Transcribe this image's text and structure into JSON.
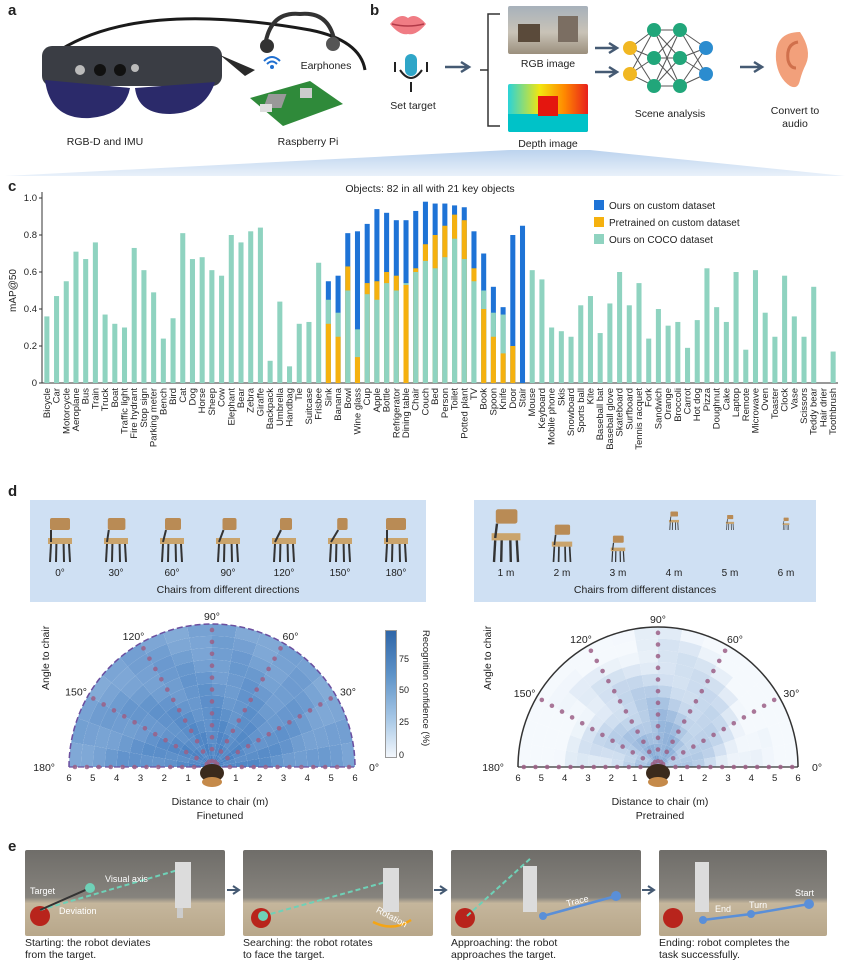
{
  "panels": {
    "a": "a",
    "b": "b",
    "c": "c",
    "d": "d",
    "e": "e"
  },
  "panel_a": {
    "glasses_label": "RGB-D and IMU",
    "earphones_label": "Earphones",
    "pi_label": "Raspberry Pi"
  },
  "panel_b": {
    "set_target": "Set target",
    "rgb": "RGB image",
    "depth": "Depth image",
    "scene": "Scene analysis",
    "audio_line1": "Convert to",
    "audio_line2": "audio"
  },
  "chart_data": {
    "type": "bar",
    "title": "Objects: 82 in all with 21 key objects",
    "ylabel": "mAP@50",
    "ylim": [
      0,
      1.0
    ],
    "yticks": [
      "0",
      "0.2",
      "0.4",
      "0.6",
      "0.8",
      "1.0"
    ],
    "legend": [
      "Ours on custom dataset",
      "Pretrained on custom dataset",
      "Ours on COCO dataset"
    ],
    "colors": {
      "ours_custom": "#1e73d6",
      "pretrained_custom": "#f5b10f",
      "coco": "#8fd3c0"
    },
    "categories": [
      "Bicycle",
      "Car",
      "Motorcycle",
      "Aeroplane",
      "Bus",
      "Train",
      "Truck",
      "Boat",
      "Traffic light",
      "Fire hydrant",
      "Stop sign",
      "Parking meter",
      "Bench",
      "Bird",
      "Cat",
      "Dog",
      "Horse",
      "Sheep",
      "Cow",
      "Elephant",
      "Bear",
      "Zebra",
      "Giraffe",
      "Backpack",
      "Umbrella",
      "Handbag",
      "Tie",
      "Suitcase",
      "Frisbee",
      "Sink",
      "Banana",
      "Bowl",
      "Wine glass",
      "Cup",
      "Apple",
      "Bottle",
      "Refrigerator",
      "Dining table",
      "Chair",
      "Couch",
      "Bed",
      "Person",
      "Toilet",
      "Potted plant",
      "TV",
      "Book",
      "Spoon",
      "Knife",
      "Door",
      "Stair",
      "Mouse",
      "Keyboard",
      "Mobile phone",
      "Skis",
      "Snowboard",
      "Sports ball",
      "Kite",
      "Baseball bat",
      "Baseball glove",
      "Skateboard",
      "Surfboard",
      "Tennis racquet",
      "Fork",
      "Sandwich",
      "Orange",
      "Broccoli",
      "Carrot",
      "Hot dog",
      "Pizza",
      "Doughnut",
      "Cake",
      "Laptop",
      "Remote",
      "Microwave",
      "Oven",
      "Toaster",
      "Clock",
      "Vase",
      "Scissors",
      "Teddy bear",
      "Hair drier",
      "Toothbrush"
    ],
    "coco": [
      0.36,
      0.47,
      0.55,
      0.71,
      0.67,
      0.76,
      0.37,
      0.32,
      0.3,
      0.73,
      0.61,
      0.49,
      0.24,
      0.35,
      0.81,
      0.67,
      0.68,
      0.61,
      0.58,
      0.8,
      0.76,
      0.82,
      0.84,
      0.12,
      0.44,
      0.09,
      0.32,
      0.33,
      0.65,
      0.45,
      0.38,
      0.5,
      0.29,
      0.48,
      0.45,
      0.54,
      0.5,
      0.54,
      0.6,
      0.66,
      0.62,
      0.68,
      0.78,
      0.67,
      0.55,
      0.5,
      0.38,
      0.37,
      0.0,
      0.0,
      0.61,
      0.56,
      0.3,
      0.28,
      0.25,
      0.42,
      0.47,
      0.27,
      0.43,
      0.6,
      0.42,
      0.54,
      0.24,
      0.4,
      0.31,
      0.33,
      0.19,
      0.34,
      0.62,
      0.41,
      0.33,
      0.6,
      0.18,
      0.61,
      0.38,
      0.25,
      0.58,
      0.36,
      0.25,
      0.52,
      0.0,
      0.17
    ],
    "pretrained": [
      null,
      null,
      null,
      null,
      null,
      null,
      null,
      null,
      null,
      null,
      null,
      null,
      null,
      null,
      null,
      null,
      null,
      null,
      null,
      null,
      null,
      null,
      null,
      null,
      null,
      null,
      null,
      null,
      null,
      0.32,
      0.25,
      0.63,
      0.14,
      0.54,
      0.55,
      0.6,
      0.58,
      0.53,
      0.62,
      0.75,
      0.8,
      0.85,
      0.91,
      0.88,
      0.62,
      0.4,
      0.25,
      0.16,
      0.2,
      null,
      null,
      null,
      null,
      null,
      null,
      null,
      null,
      null,
      null,
      null,
      null,
      null,
      null,
      null,
      null,
      null,
      null,
      null,
      null,
      null,
      null,
      null,
      null,
      null,
      null,
      null,
      null,
      null,
      null,
      null,
      null,
      null
    ],
    "ours_custom": [
      null,
      null,
      null,
      null,
      null,
      null,
      null,
      null,
      null,
      null,
      null,
      null,
      null,
      null,
      null,
      null,
      null,
      null,
      null,
      null,
      null,
      null,
      null,
      null,
      null,
      null,
      null,
      null,
      null,
      0.55,
      0.58,
      0.81,
      0.82,
      0.86,
      0.94,
      0.92,
      0.88,
      0.88,
      0.93,
      0.98,
      0.97,
      0.97,
      0.96,
      0.95,
      0.82,
      0.7,
      0.52,
      0.41,
      0.8,
      0.85,
      null,
      null,
      null,
      null,
      null,
      null,
      null,
      null,
      null,
      null,
      null,
      null,
      null,
      null,
      null,
      null,
      null,
      null,
      null,
      null,
      null,
      null,
      null,
      null,
      null,
      null,
      null,
      null,
      null,
      null,
      null,
      null
    ]
  },
  "panel_d": {
    "directions": [
      "0°",
      "30°",
      "60°",
      "90°",
      "120°",
      "150°",
      "180°"
    ],
    "directions_caption": "Chairs from different directions",
    "distances": [
      "1 m",
      "2 m",
      "3 m",
      "4 m",
      "5 m",
      "6 m"
    ],
    "distances_caption": "Chairs from different distances",
    "angle_labels": [
      "180°",
      "150°",
      "120°",
      "90°",
      "60°",
      "30°",
      "0°"
    ],
    "radial_ticks": [
      "6",
      "5",
      "4",
      "3",
      "2",
      "1",
      "1",
      "2",
      "3",
      "4",
      "5",
      "6"
    ],
    "y_axis": "Angle to chair",
    "x_axis": "Distance to chair (m)",
    "left_title": "Finetuned",
    "right_title": "Pretrained",
    "colorbar_label": "Recognition confidence (%)",
    "colorbar_ticks": [
      "75",
      "50",
      "25",
      "0"
    ]
  },
  "panel_e": {
    "captions": [
      {
        "l1": "Starting: the robot deviates",
        "l2": "from the target."
      },
      {
        "l1": "Searching: the robot rotates",
        "l2": "to face the target."
      },
      {
        "l1": "Approaching: the robot",
        "l2": "approaches the target."
      },
      {
        "l1": "Ending: robot completes the",
        "l2": "task successfully."
      }
    ],
    "overlay": {
      "target": "Target",
      "visual_axis": "Visual axis",
      "deviation": "Deviation",
      "rotation": "Rotation",
      "trace": "Trace",
      "end": "End",
      "turn": "Turn",
      "start": "Start"
    }
  }
}
